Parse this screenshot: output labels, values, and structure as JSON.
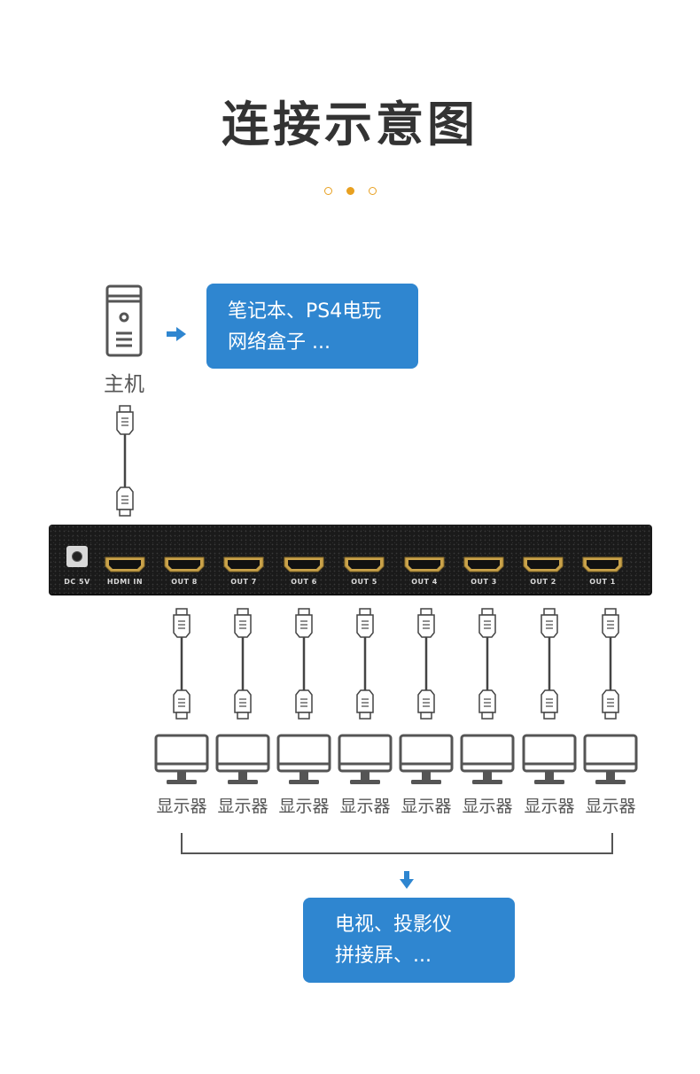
{
  "title": "连接示意图",
  "source": {
    "label": "主机",
    "box_lines": [
      "笔记本、PS4电玩",
      "网络盒子 ..."
    ]
  },
  "device": {
    "ports": [
      "DC 5V",
      "HDMI IN",
      "OUT 8",
      "OUT 7",
      "OUT 6",
      "OUT 5",
      "OUT 4",
      "OUT 3",
      "OUT 2",
      "OUT 1"
    ]
  },
  "monitors": [
    "显示器",
    "显示器",
    "显示器",
    "显示器",
    "显示器",
    "显示器",
    "显示器",
    "显示器"
  ],
  "output_box_lines": [
    "电视、投影仪",
    "拼接屏、..."
  ],
  "colors": {
    "accent_blue": "#2f86d0",
    "dot_orange": "#e8a020",
    "gold": "#c9a24a"
  }
}
